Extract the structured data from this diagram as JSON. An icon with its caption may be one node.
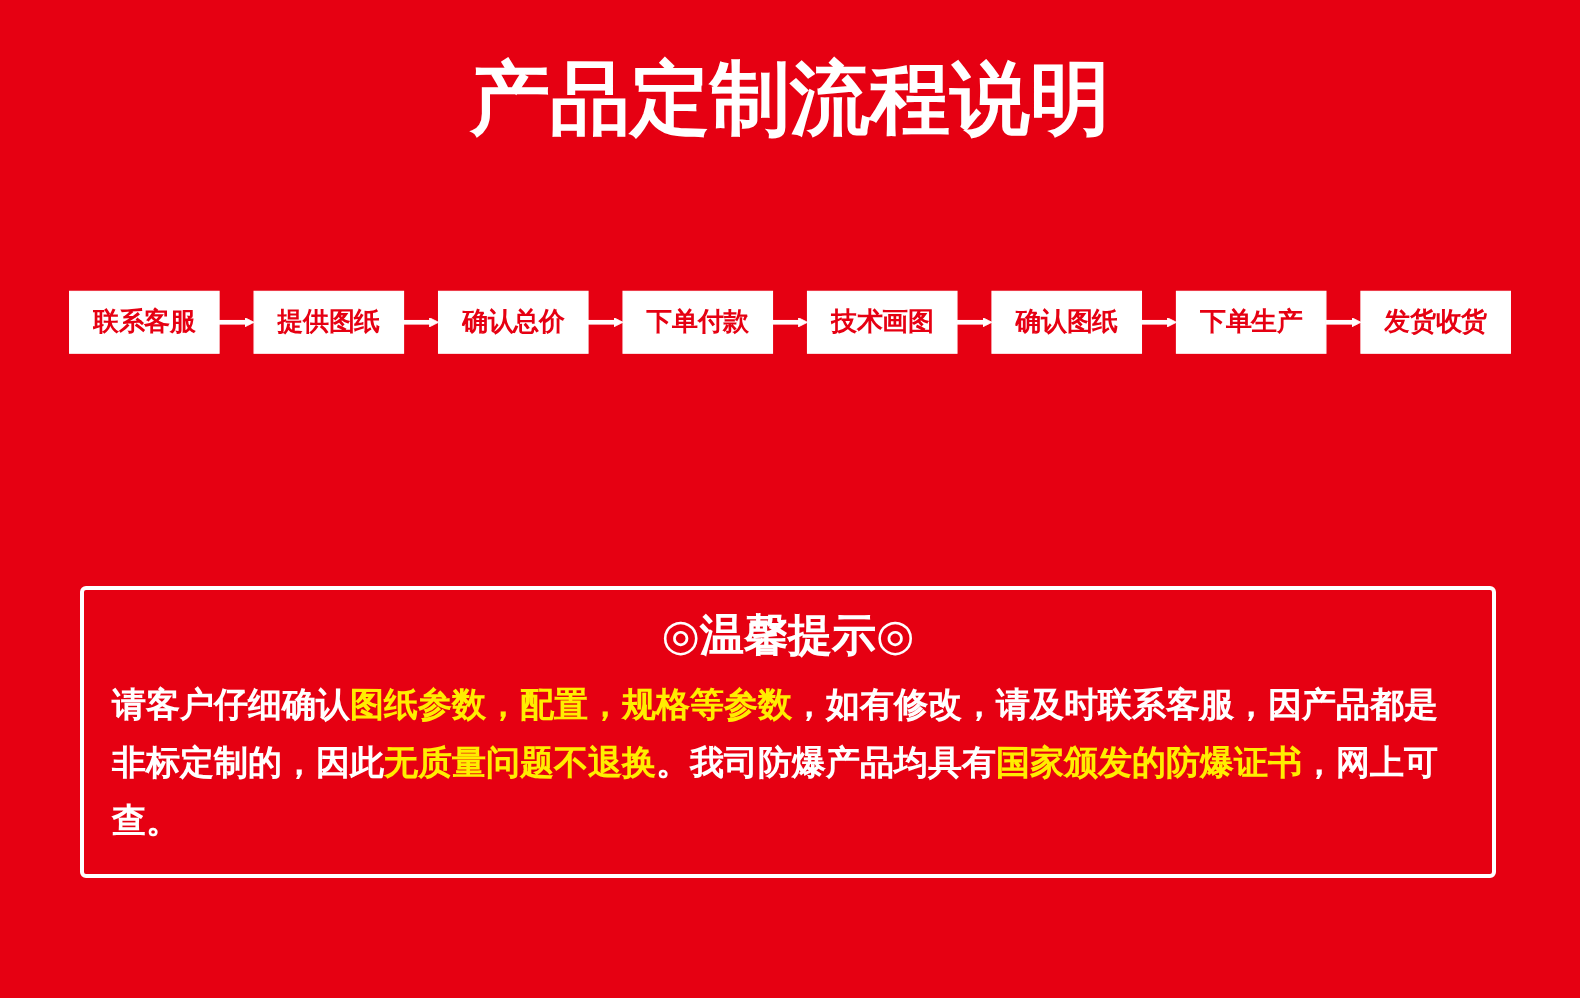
{
  "diagram": {
    "title": "产品定制流程说明",
    "nodes": [
      {
        "text": [
          "联系客服"
        ]
      },
      {
        "text": [
          "提供图纸"
        ]
      },
      {
        "text": [
          "确认总价"
        ]
      },
      {
        "text": [
          "下单付款"
        ]
      },
      {
        "text": [
          "技术画图"
        ]
      },
      {
        "text": [
          "确认图纸"
        ]
      },
      {
        "text": [
          "下单生产"
        ]
      },
      {
        "text": [
          "发货收货"
        ]
      }
    ],
    "edges": [
      {
        "from": 0,
        "to": 1,
        "arrow": "to"
      },
      {
        "from": 1,
        "to": 2,
        "arrow": "to"
      },
      {
        "from": 2,
        "to": 3,
        "arrow": "to"
      },
      {
        "from": 3,
        "to": 4,
        "arrow": "to"
      },
      {
        "from": 4,
        "to": 5,
        "arrow": "to"
      },
      {
        "from": 5,
        "to": 6,
        "arrow": "to"
      },
      {
        "from": 6,
        "to": 7,
        "arrow": "to"
      }
    ],
    "labels": [
      "◎温馨提示◎",
      "请客户仔细确认**图纸参数，配置，规格等参数**，如有修改，请及时联系客服，因产品都是非标定制的，因此**无质量问题不退换**。我司防爆产品均具有**国家颁发的防爆证书**，网上可查。"
    ]
  }
}
